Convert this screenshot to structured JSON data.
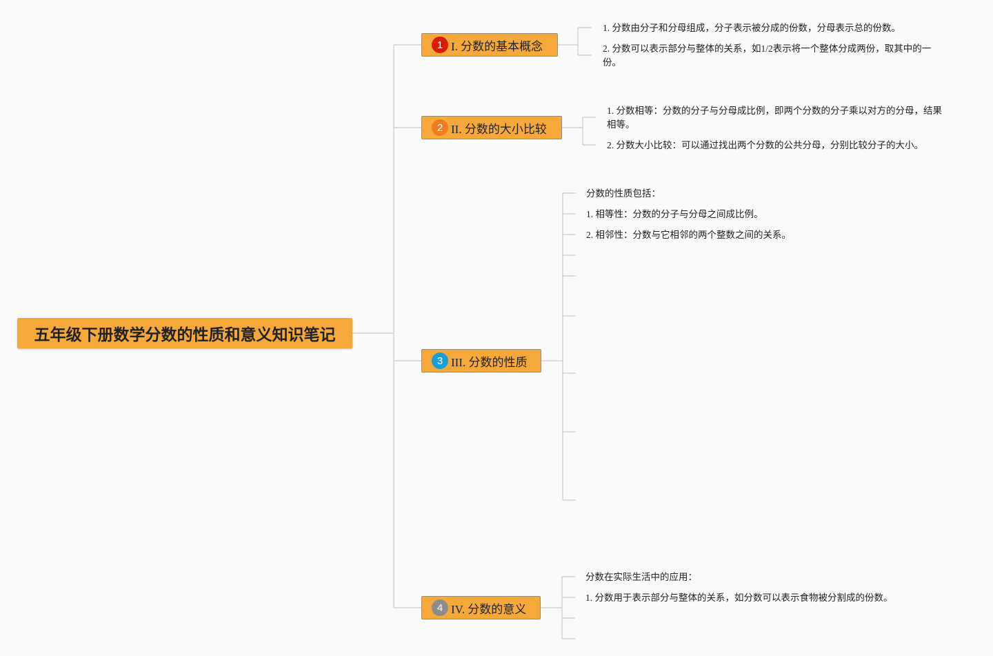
{
  "root": {
    "title": "五年级下册数学分数的性质和意义知识笔记"
  },
  "branches": [
    {
      "badge": "1",
      "badge_color": "#d81e06",
      "label": "I. 分数的基本概念",
      "leaves": [
        "1. 分数由分子和分母组成，分子表示被分成的份数，分母表示总的份数。",
        "2. 分数可以表示部分与整体的关系，如1/2表示将一个整体分成两份，取其中的一份。"
      ]
    },
    {
      "badge": "2",
      "badge_color": "#f07c22",
      "label": "II. 分数的大小比较",
      "leaves": [
        "1. 分数相等：分数的分子与分母成比例，即两个分数的分子乘以对方的分母，结果相等。",
        "2. 分数大小比较：可以通过找出两个分数的公共分母，分别比较分子的大小。"
      ]
    },
    {
      "badge": "3",
      "badge_color": "#1a9ed8",
      "label": "III. 分数的性质",
      "leaves": [
        "分数的性质包括：",
        "1. 相等性：分数的分子与分母之间成比例。",
        "2. 相邻性：分数与它相邻的两个整数之间的关系。"
      ]
    },
    {
      "badge": "4",
      "badge_color": "#8c8c8c",
      "label": "IV. 分数的意义",
      "leaves": [
        "分数在实际生活中的应用：",
        "1. 分数用于表示部分与整体的关系，如分数可以表示食物被分割成的份数。"
      ]
    }
  ]
}
